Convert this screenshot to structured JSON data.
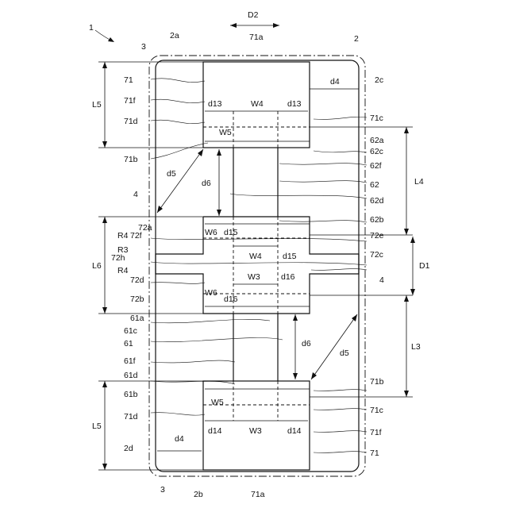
{
  "figure_ref": "1",
  "direction_labels": {
    "d2": "D2",
    "d1": "D1"
  },
  "labels": {
    "l_2a": "2a",
    "l_2": "2",
    "l_3t": "3",
    "l_71a_t": "71a",
    "l_L5_t": "L5",
    "l_71f_t": "71f",
    "l_71_t": "71",
    "l_71d_t": "71d",
    "l_71b_t": "71b",
    "l_d13_a": "d13",
    "l_W4_t": "W4",
    "l_d13_b": "d13",
    "l_d4_t": "d4",
    "l_2c": "2c",
    "l_71c_t": "71c",
    "l_W5_t": "W5",
    "l_62c": "62c",
    "l_62a": "62a",
    "l_62f": "62f",
    "l_62b": "62b",
    "l_62d": "62d",
    "l_62": "62",
    "l_L4": "L4",
    "l_d5_t": "d5",
    "l_d6_t": "d6",
    "l_4_t": "4",
    "l_72a": "72a",
    "l_72f": "72f",
    "l_R4_t": "R4",
    "l_R3": "R3",
    "l_72h": "72h",
    "l_L6": "L6",
    "l_R4_b": "R4",
    "l_72d": "72d",
    "l_72b": "72b",
    "l_W6_t": "W6",
    "l_d15_t": "d15",
    "l_W4_m": "W4",
    "l_d15_m": "d15",
    "l_72c": "72c",
    "l_72e": "72e",
    "l_D1": "D1",
    "l_W3_m": "W3",
    "l_d16_t": "d16",
    "l_4_b": "4",
    "l_W6_b": "W6",
    "l_d16_b": "d16",
    "l_61a": "61a",
    "l_61c": "61c",
    "l_61": "61",
    "l_61f": "61f",
    "l_61d": "61d",
    "l_61b": "61b",
    "l_d6_b": "d6",
    "l_d5_b": "d5",
    "l_L3": "L3",
    "l_71b_b": "71b",
    "l_71c_b": "71c",
    "l_71f_b": "71f",
    "l_71_b": "71",
    "l_W5_b": "W5",
    "l_d14_a": "d14",
    "l_W3_b": "W3",
    "l_d14_b": "d14",
    "l_L5_b": "L5",
    "l_71d_b": "71d",
    "l_2d": "2d",
    "l_d4_b": "d4",
    "l_3_b": "3",
    "l_2b": "2b",
    "l_71a_b": "71a"
  }
}
